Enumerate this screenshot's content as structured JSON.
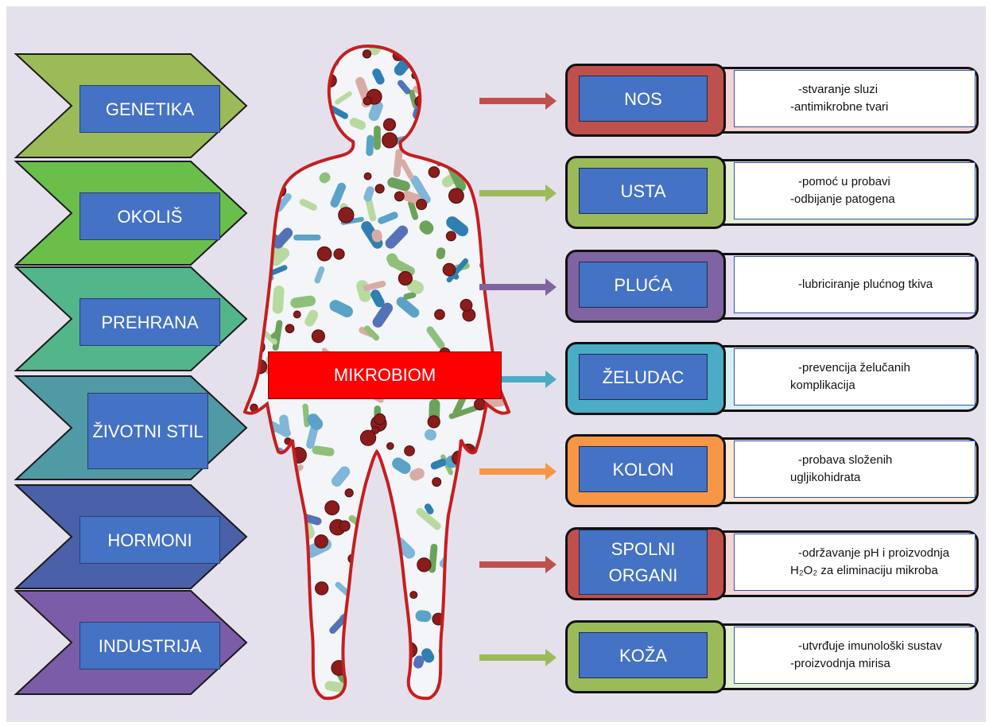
{
  "center_label": "MIKROBIOM",
  "factors": [
    {
      "label": "GENETIKA",
      "color": "#9bbb59"
    },
    {
      "label": "OKOLIŠ",
      "color": "#6abf4b"
    },
    {
      "label": "PREHRANA",
      "color": "#53b68a"
    },
    {
      "label": "ŽIVOTNI STIL",
      "color": "#4f9aa4"
    },
    {
      "label": "HORMONI",
      "color": "#4a60a8"
    },
    {
      "label": "INDUSTRIJA",
      "color": "#7b5ca8"
    }
  ],
  "organs": [
    {
      "label": "NOS",
      "color": "#c0504d",
      "tail": "#f2d4d4",
      "arrow": "#c0504d",
      "lines": [
        "-stvaranje sluzi",
        "-antimikrobne tvari"
      ]
    },
    {
      "label": "USTA",
      "color": "#9bbb59",
      "tail": "#e4efd6",
      "arrow": "#9bbb59",
      "lines": [
        "-pomoć u probavi",
        "-odbijanje patogena"
      ]
    },
    {
      "label": "PLUĆA",
      "color": "#8064a2",
      "tail": "#e6dff0",
      "arrow": "#8064a2",
      "lines": [
        "-lubriciranje plućnog tkiva"
      ]
    },
    {
      "label": "ŽELUDAC",
      "color": "#4bacc6",
      "tail": "#d7eef4",
      "arrow": "#4bacc6",
      "lines": [
        "-prevencija želučanih",
        "komplikacija"
      ]
    },
    {
      "label": "KOLON",
      "color": "#f79646",
      "tail": "#fde6d3",
      "arrow": "#f79646",
      "lines": [
        "-probava složenih",
        "ugljikohidrata"
      ]
    },
    {
      "label": "SPOLNI ORGANI",
      "color": "#c0504d",
      "tail": "#f2d4d4",
      "arrow": "#c0504d",
      "lines": [
        "-održavanje pH i proizvodnja",
        "H₂O₂ za eliminaciju mikroba"
      ]
    },
    {
      "label": "KOŽA",
      "color": "#9bbb59",
      "tail": "#e4efd6",
      "arrow": "#9bbb59",
      "lines": [
        "-utvrđuje imunološki sustav",
        "-proizvodnja mirisa"
      ]
    }
  ]
}
